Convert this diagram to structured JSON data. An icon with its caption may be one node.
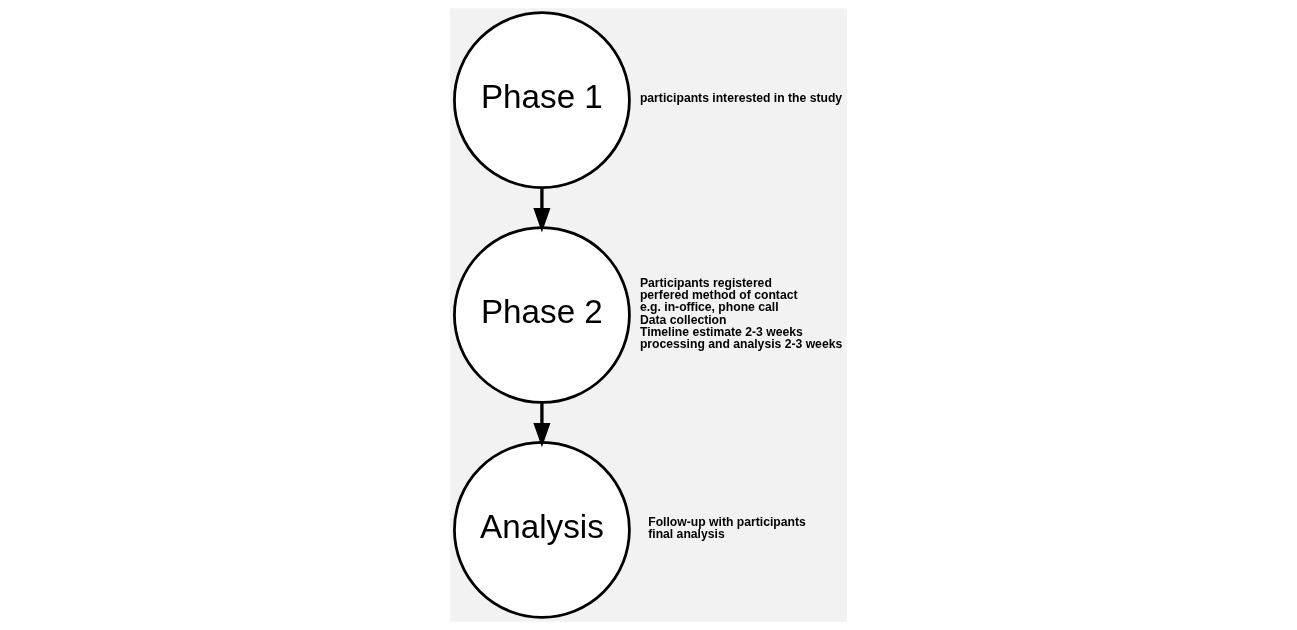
{
  "diagram": {
    "nodes": [
      {
        "text": [
          "Phase 1"
        ],
        "beside": [
          "participants interested in the study"
        ]
      },
      {
        "text": [
          "Phase 2"
        ],
        "beside": [
          "Participants registered",
          "perfered method of contact",
          "e.g. in-office, phone call",
          "Data collection",
          "Timeline estimate 2-3 weeks",
          "processing and analysis 2-3 weeks"
        ]
      },
      {
        "text": [
          "Analysis"
        ],
        "beside": [
          "Follow-up with participants",
          "final analysis"
        ]
      }
    ],
    "edges": [
      {
        "from": 0,
        "to": 1,
        "arrow": "to"
      },
      {
        "from": 1,
        "to": 2,
        "arrow": "to"
      }
    ]
  }
}
